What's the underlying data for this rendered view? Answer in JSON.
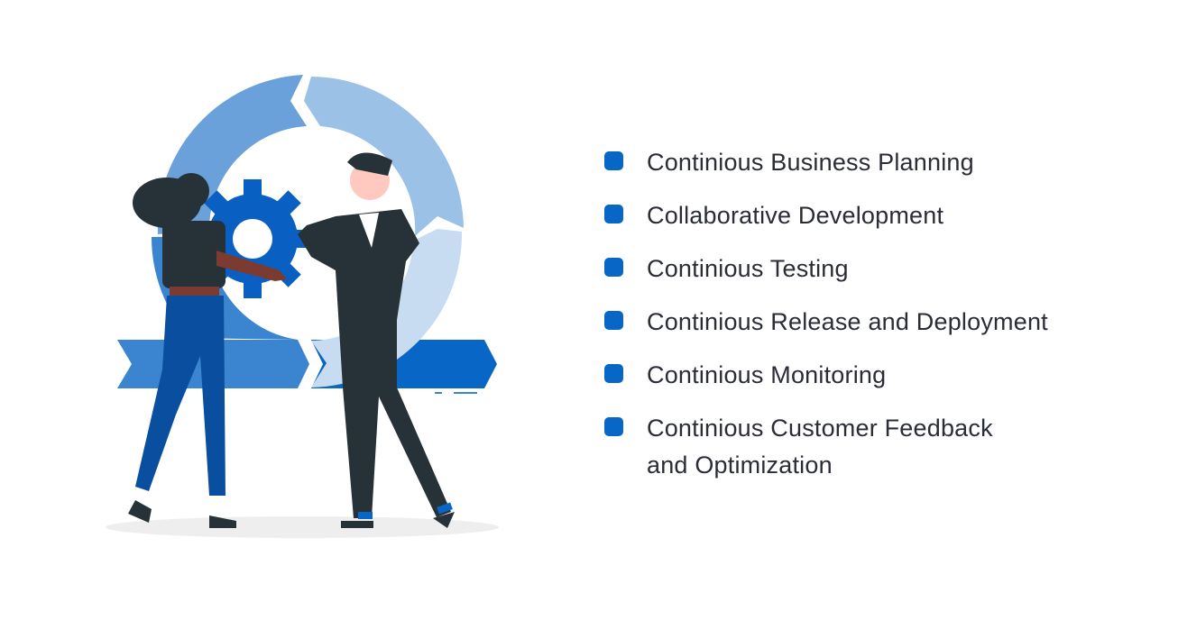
{
  "colors": {
    "accent": "#0866c6",
    "text": "#2a2d36",
    "cycle_dark": "#3a84d0",
    "cycle_mid": "#6aa1da",
    "cycle_light": "#9cc1e6",
    "cycle_lightest": "#c7dbf1",
    "suit": "#263238",
    "pants_blue": "#0a4ea0",
    "gear": "#0a5fc2"
  },
  "illustration": {
    "description": "Two people rotating a gear inside a continuous cycle arrow diagram",
    "icons": [
      "cycle-arrows-icon",
      "gear-icon",
      "woman-figure",
      "man-figure"
    ]
  },
  "list": {
    "items": [
      {
        "label": "Continious Business Planning"
      },
      {
        "label": "Collaborative Development"
      },
      {
        "label": "Continious Testing"
      },
      {
        "label": "Continious Release and Deployment"
      },
      {
        "label": "Continious Monitoring"
      },
      {
        "label_line1": "Continious Customer Feedback",
        "label_line2": "and Optimization"
      }
    ]
  }
}
